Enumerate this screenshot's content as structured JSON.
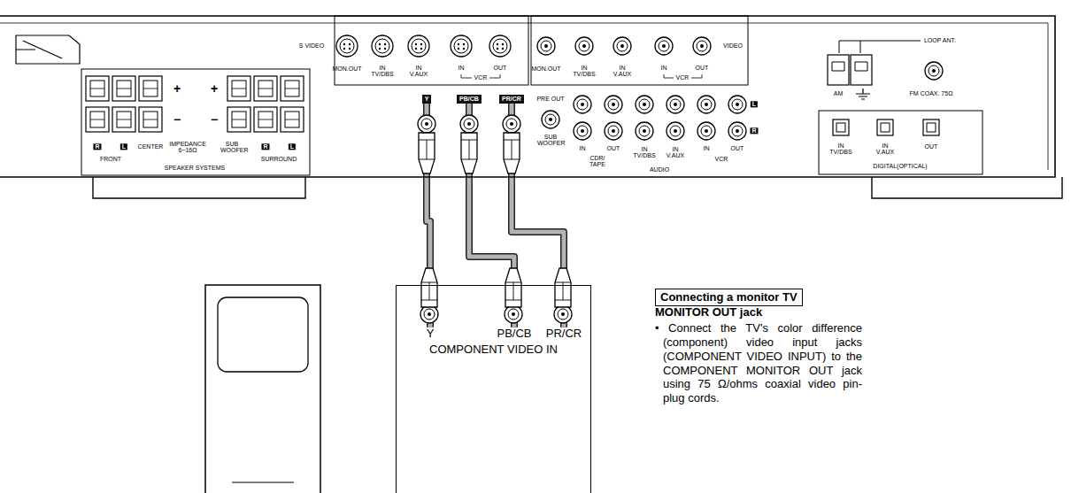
{
  "diagram": {
    "nodes": [
      {
        "text": [
          "Y"
        ]
      },
      {
        "text": [
          "PB/CB"
        ]
      },
      {
        "text": [
          "PR/CR"
        ]
      },
      {
        "text": [
          "COMPONENT VIDEO IN"
        ]
      },
      {
        "text": [
          "Y"
        ],
        "in": 3
      },
      {
        "text": [
          "PB/CB"
        ],
        "in": 3
      },
      {
        "text": [
          "PR/CR"
        ],
        "in": 3
      },
      {
        "text": [
          "Connecting a monitor TV"
        ]
      }
    ],
    "edges": [
      {
        "from": 0,
        "to": 4,
        "arrow": "none"
      },
      {
        "from": 1,
        "to": 5,
        "arrow": "none"
      },
      {
        "from": 2,
        "to": 6,
        "arrow": "none"
      }
    ],
    "labels": [
      "S VIDEO",
      "MON.OUT",
      "IN TV/DBS",
      "IN V.AUX",
      "IN",
      "OUT",
      "VCR",
      "MON.OUT",
      "IN TV/DBS",
      "IN V.AUX",
      "IN",
      "OUT",
      "VCR",
      "VIDEO",
      "PRE OUT",
      "SUB WOOFER",
      "L",
      "R",
      "IN",
      "OUT",
      "CDR/ TAPE",
      "IN TV/DBS",
      "IN V.AUX",
      "IN",
      "OUT",
      "VCR",
      "AUDIO",
      "+",
      "+",
      "−",
      "−",
      "R",
      "L",
      "FRONT",
      "CENTER",
      "IMPEDANCE 6~16Ω",
      "SUB WOOFER",
      "R",
      "L",
      "SURROUND",
      "SPEAKER SYSTEMS",
      "LOOP ANT.",
      "AM",
      "FM COAX. 75Ω",
      "IN TV/DBS",
      "IN V.AUX",
      "OUT",
      "DIGITAL(OPTICAL)",
      "MONITOR OUT jack",
      "• Connect the TV's color difference (component) video input jacks (COMPONENT VIDEO INPUT) to the COMPONENT MONITOR OUT jack using 75 Ω/ohms coaxial video pin-plug cords."
    ]
  }
}
